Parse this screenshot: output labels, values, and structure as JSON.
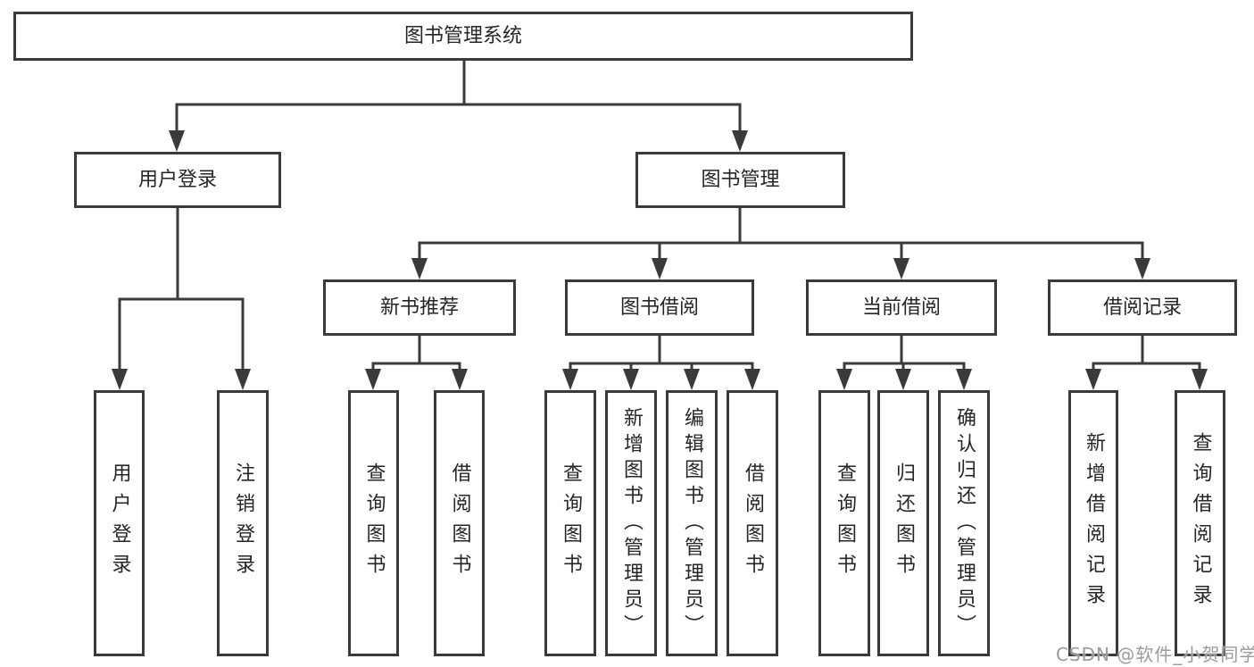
{
  "diagram_title": "图书管理系统",
  "colors": {
    "line": "#3a3a3a",
    "box_border": "#3a3a3a",
    "text": "#262626",
    "background": "#ffffff",
    "watermark": "#9b9b9b"
  },
  "nodes": {
    "root": {
      "label": "图书管理系统"
    },
    "level2": {
      "user_login": {
        "label": "用户登录"
      },
      "book_management": {
        "label": "图书管理"
      }
    },
    "level3": {
      "new_book_recommend": {
        "label": "新书推荐"
      },
      "book_borrowing": {
        "label": "图书借阅"
      },
      "current_borrowing": {
        "label": "当前借阅"
      },
      "borrowing_records": {
        "label": "借阅记录"
      }
    },
    "leaves": {
      "user_login": {
        "label": "用户登录"
      },
      "logout": {
        "label": "注销登录"
      },
      "recommend_query_books": {
        "label": "查询图书"
      },
      "recommend_borrow_books": {
        "label": "借阅图书"
      },
      "borrowing_query_books": {
        "label": "查询图书"
      },
      "borrowing_add_books": {
        "label": "新增图书（管理员）"
      },
      "borrowing_edit_books": {
        "label": "编辑图书（管理员）"
      },
      "borrowing_borrow_books": {
        "label": "借阅图书"
      },
      "current_query_books": {
        "label": "查询图书"
      },
      "current_return_books": {
        "label": "归还图书"
      },
      "current_confirm_return": {
        "label": "确认归还（管理员）"
      },
      "records_add_record": {
        "label": "新增借阅记录"
      },
      "records_query_record": {
        "label": "查询借阅记录"
      }
    }
  },
  "watermark": {
    "text": "CSDN @软件_小贺同学"
  }
}
